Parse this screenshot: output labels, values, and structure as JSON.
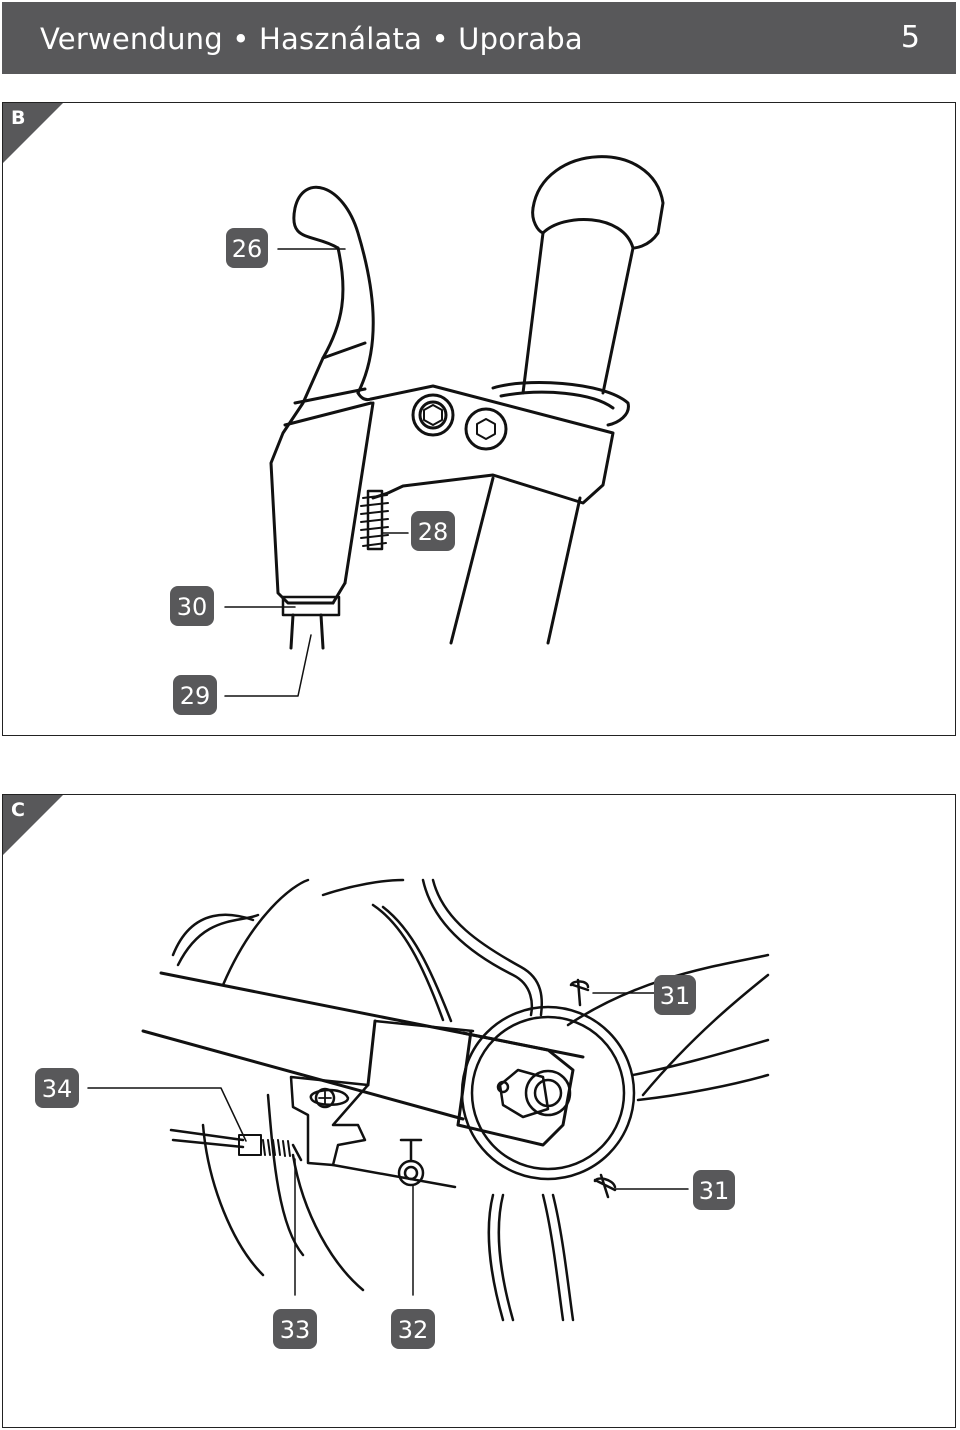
{
  "header": {
    "title": "Verwendung • Használata • Uporaba",
    "page_number": "5"
  },
  "panels": [
    {
      "label": "B",
      "callouts": [
        "26",
        "28",
        "30",
        "29"
      ]
    },
    {
      "label": "C",
      "callouts": [
        "31",
        "34",
        "31",
        "33",
        "32"
      ]
    }
  ],
  "colors": {
    "header_bg": "#58585a",
    "callout_bg": "#58585a",
    "line": "#111111"
  }
}
